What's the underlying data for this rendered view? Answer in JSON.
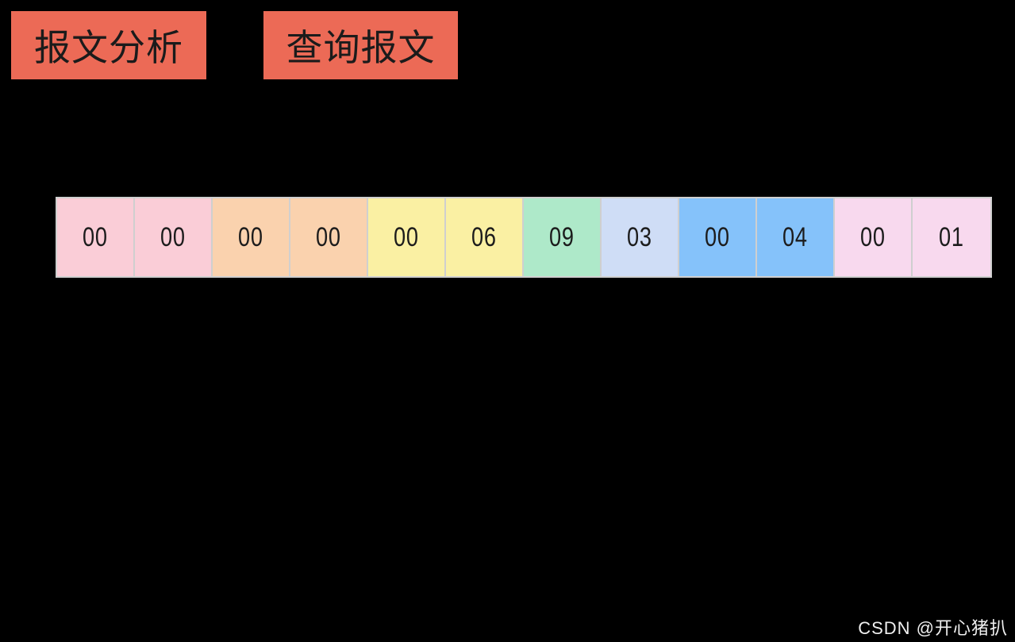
{
  "page": {
    "background": "#000000"
  },
  "toolbar": {
    "analyze_label": "报文分析",
    "query_label": "查询报文",
    "button_bg": "#EC6A56",
    "button_text_color": "#1B1B1B"
  },
  "message_bytes": {
    "border_color": "#CFCFCF",
    "cells": [
      {
        "value": "00",
        "color": "#FACDD7"
      },
      {
        "value": "00",
        "color": "#FACDD7"
      },
      {
        "value": "00",
        "color": "#FAD2AE"
      },
      {
        "value": "00",
        "color": "#FAD2AE"
      },
      {
        "value": "00",
        "color": "#FAF0A3"
      },
      {
        "value": "06",
        "color": "#FAF0A3"
      },
      {
        "value": "09",
        "color": "#AEE9C9"
      },
      {
        "value": "03",
        "color": "#CFDDF6"
      },
      {
        "value": "00",
        "color": "#85C2FA"
      },
      {
        "value": "04",
        "color": "#85C2FA"
      },
      {
        "value": "00",
        "color": "#F8D9EE"
      },
      {
        "value": "01",
        "color": "#F8D9EE"
      }
    ]
  },
  "watermark": {
    "text": "CSDN @开心猪扒",
    "color": "#F0F0F0"
  }
}
